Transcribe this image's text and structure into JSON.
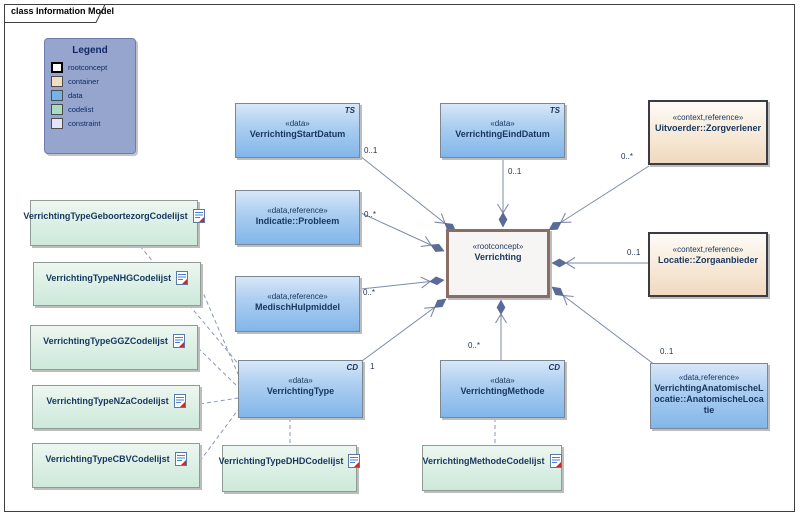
{
  "diagram": {
    "tab_label": "class Information Model"
  },
  "legend": {
    "title": "Legend",
    "items": [
      {
        "label": "rootconcept",
        "color": "#ffffff",
        "border": "#000000"
      },
      {
        "label": "container",
        "color": "#f2dcc4"
      },
      {
        "label": "data",
        "color": "#74b2ea"
      },
      {
        "label": "codelist",
        "color": "#a8dcc0"
      },
      {
        "label": "constraint",
        "color": "#e4e4f8"
      }
    ]
  },
  "nodes": {
    "verrichting": {
      "stereotype": "«rootconcept»",
      "name": "Verrichting"
    },
    "start_datum": {
      "stereotype": "«data»",
      "name": "VerrichtingStartDatum",
      "tag": "TS"
    },
    "eind_datum": {
      "stereotype": "«data»",
      "name": "VerrichtingEindDatum",
      "tag": "TS"
    },
    "uitvoerder": {
      "stereotype": "«context,reference»",
      "name": "Uitvoerder::Zorgverlener"
    },
    "indicatie": {
      "stereotype": "«data,reference»",
      "name": "Indicatie::Probleem"
    },
    "locatie": {
      "stereotype": "«context,reference»",
      "name": "Locatie::Zorgaanbieder"
    },
    "medisch_hulpmiddel": {
      "stereotype": "«data,reference»",
      "name": "MedischHulpmiddel"
    },
    "verrichting_type": {
      "stereotype": "«data»",
      "name": "VerrichtingType",
      "tag": "CD"
    },
    "verrichting_methode": {
      "stereotype": "«data»",
      "name": "VerrichtingMethode",
      "tag": "CD"
    },
    "anatomische_locatie": {
      "stereotype": "«data,reference»",
      "name": "VerrichtingAnatomischeLocatie::AnatomischeLocatie"
    },
    "codelists": [
      "VerrichtingTypeGeboortezorgCodelijst",
      "VerrichtingTypeNHGCodelijst",
      "VerrichtingTypeGGZCodelijst",
      "VerrichtingTypeNZaCodelijst",
      "VerrichtingTypeCBVCodelijst",
      "VerrichtingTypeDHDCodelijst",
      "VerrichtingMethodeCodelijst"
    ]
  },
  "multiplicities": {
    "start_datum": "0..1",
    "eind_datum": "0..1",
    "uitvoerder": "0..*",
    "indicatie": "0..*",
    "locatie": "0..1",
    "medisch_hulpmiddel": "0..*",
    "verrichting_type": "1",
    "verrichting_methode": "0..*",
    "anatomische_locatie": "0..1"
  },
  "palette": {
    "data_fill": "#82b6e9",
    "container_fill": "#f0d9bf",
    "codelist_fill": "#cde9da",
    "constraint_fill": "#e4e4f8",
    "rootconcept_border": "#8a6d64",
    "legend_background": "#96a5ce",
    "connector_line": "#7c8aab",
    "composition_diamond": "#5b6b97",
    "text": "#17365d"
  }
}
